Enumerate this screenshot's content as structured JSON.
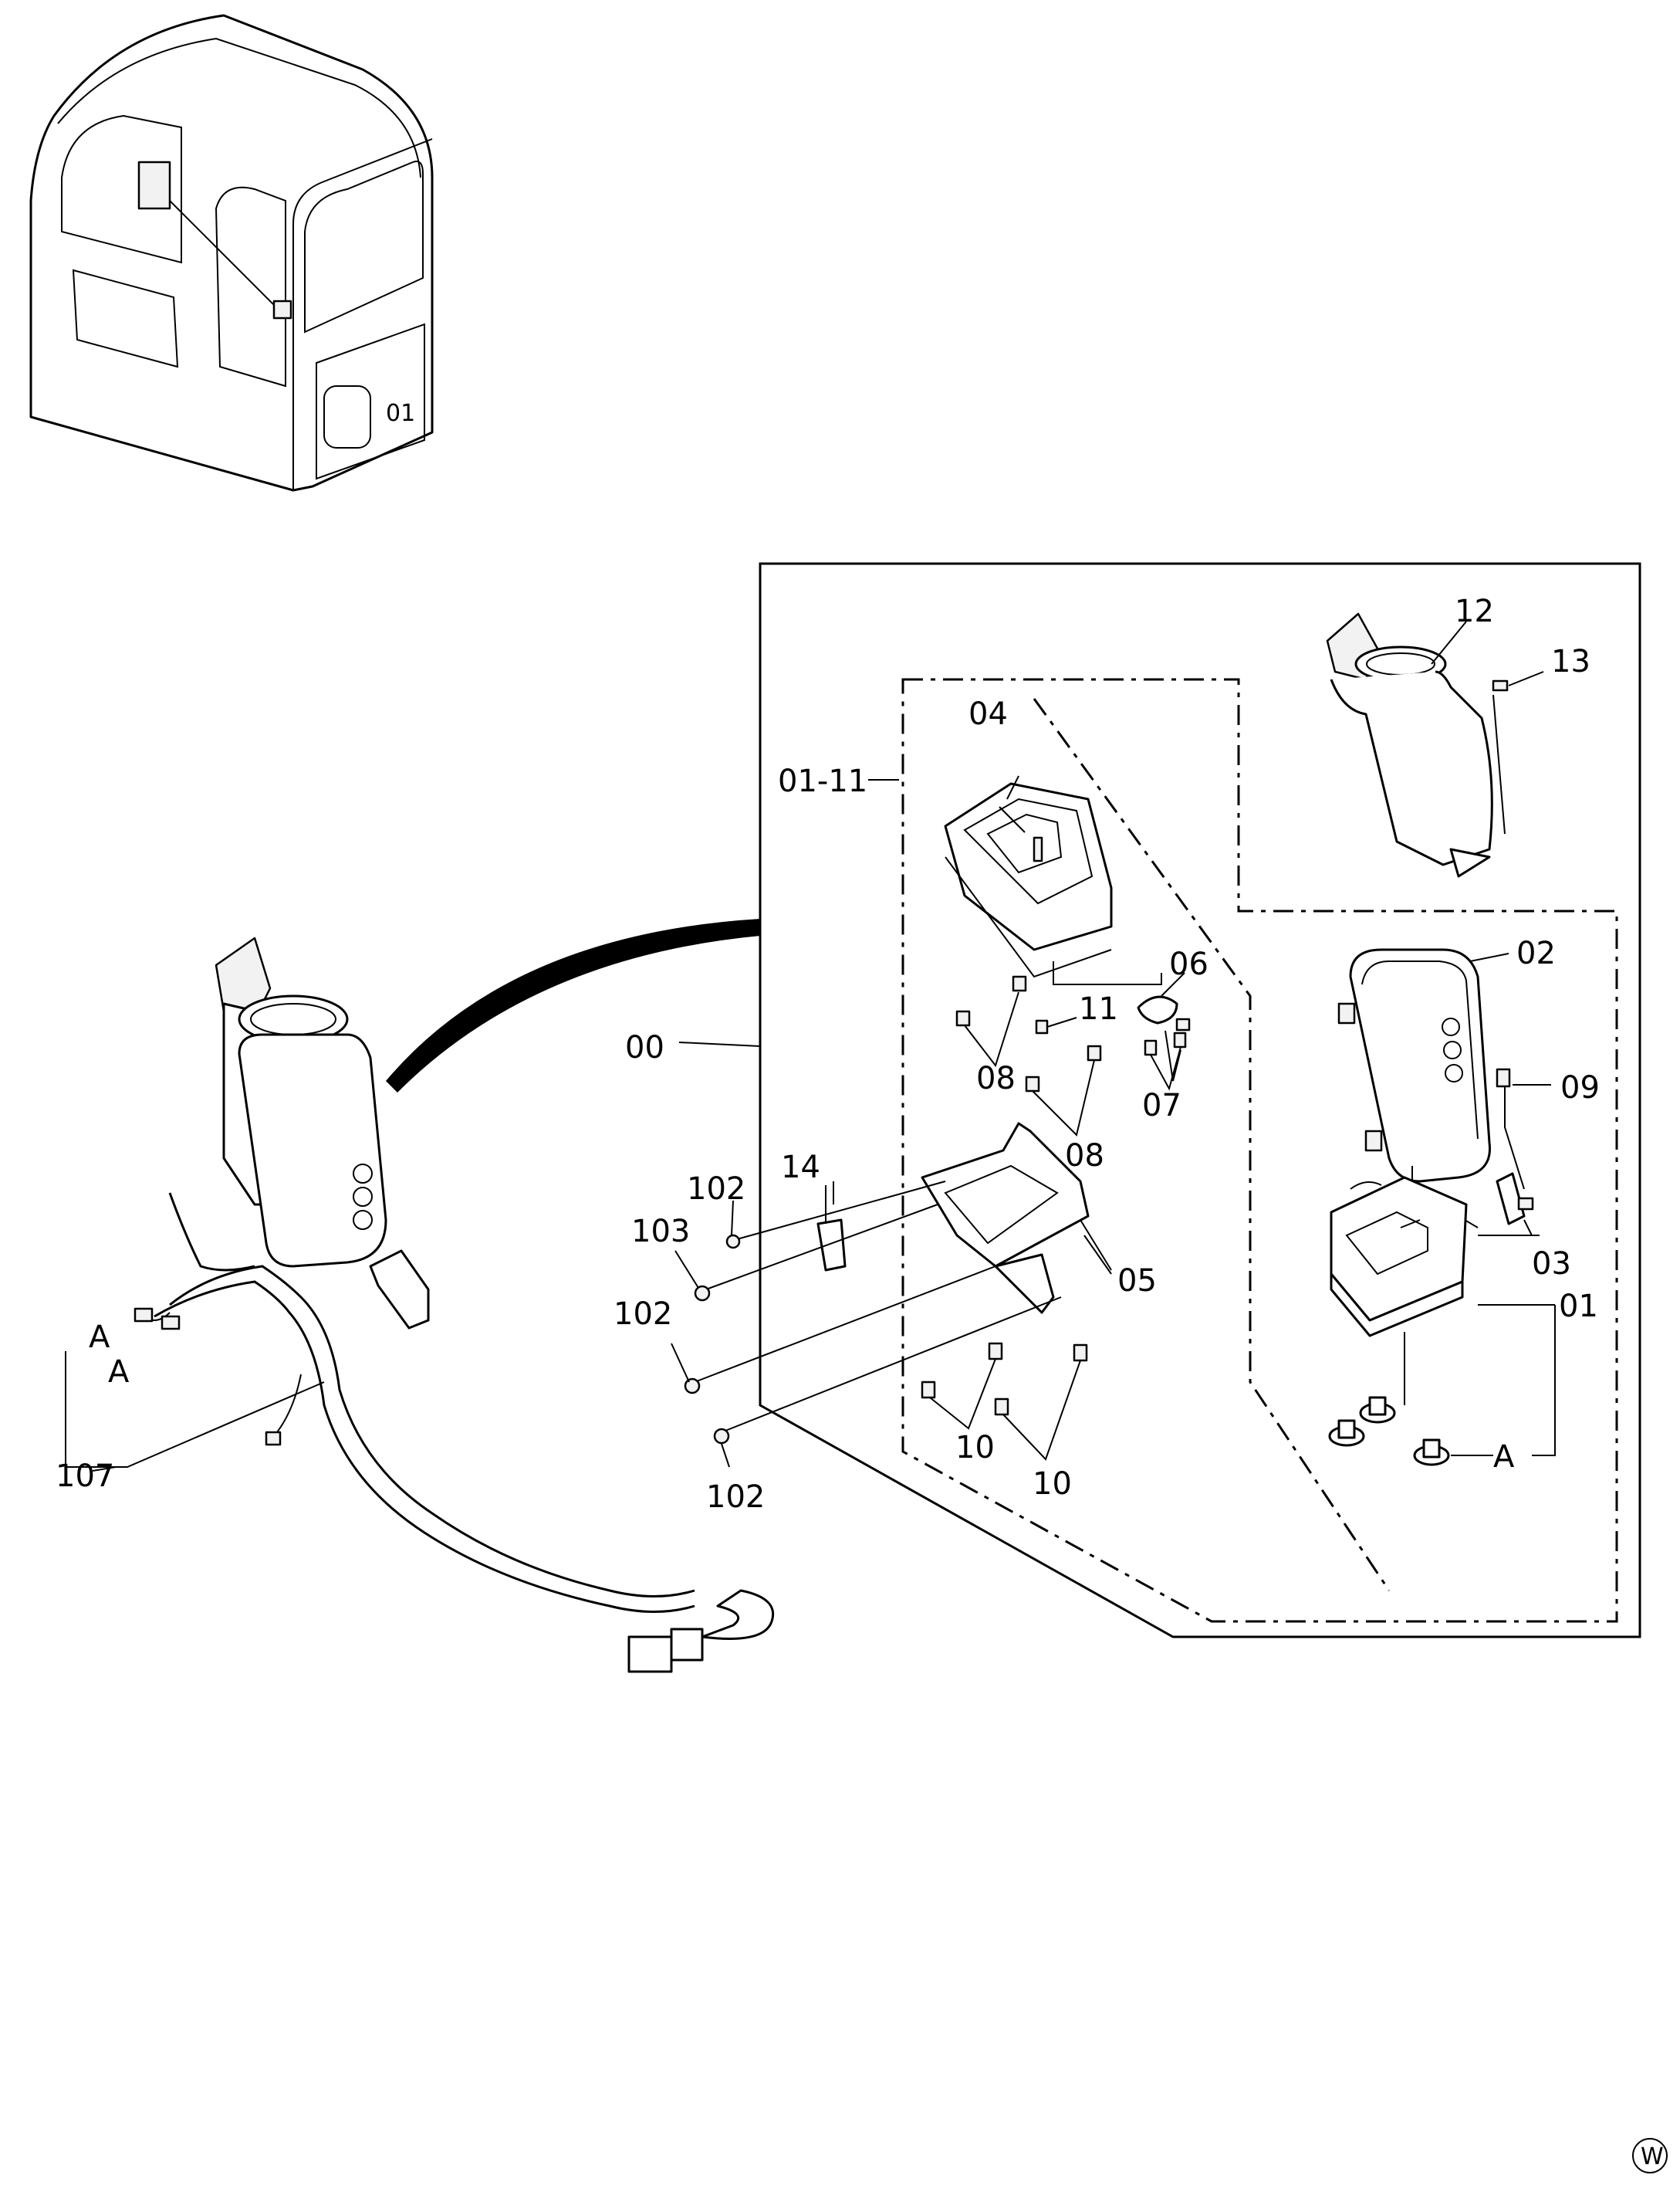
{
  "labels": {
    "p00": "00",
    "p01": "01",
    "p01_11": "01-11",
    "p02": "02",
    "p03": "03",
    "p04": "04",
    "p05": "05",
    "p06": "06",
    "p07": "07",
    "p08a": "08",
    "p08b": "08",
    "p09": "09",
    "p10a": "10",
    "p10b": "10",
    "p11": "11",
    "p12": "12",
    "p13": "13",
    "p14": "14",
    "p102a": "102",
    "p102b": "102",
    "p102c": "102",
    "p103": "103",
    "p107": "107",
    "detA1": "A",
    "detA2": "A",
    "detA3": "A",
    "cab_mark": "01",
    "corner_mark": "W"
  },
  "icons": {
    "corner": "circled-letter-icon"
  }
}
